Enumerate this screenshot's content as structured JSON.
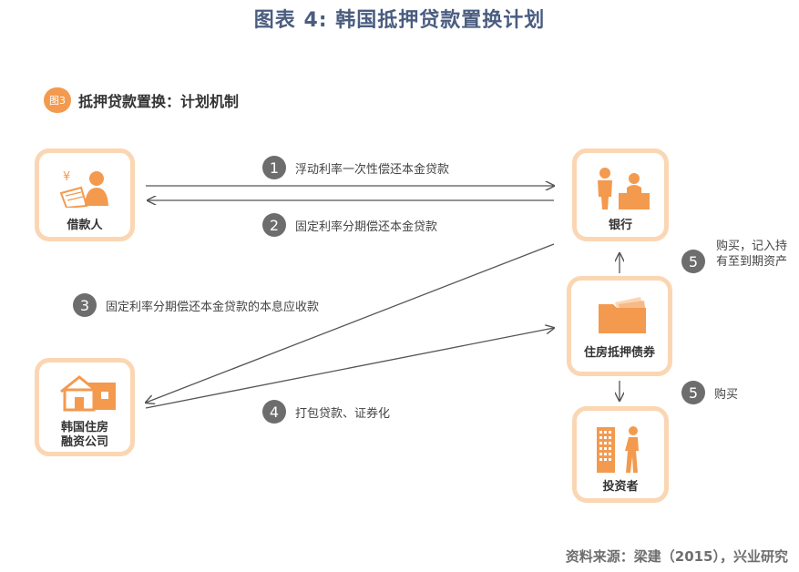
{
  "title": "图表 4:   韩国抵押贷款置换计划",
  "subtitle": {
    "badge": "图3",
    "text": "抵押贷款置换：计划机制"
  },
  "nodes": {
    "borrower": "借款人",
    "bank": "银行",
    "khfc": [
      "韩国住房",
      "融资公司"
    ],
    "mbs": "住房抵押债券",
    "investor": "投资者"
  },
  "steps": [
    {
      "num": "1",
      "label": "浮动利率一次性偿还本金贷款"
    },
    {
      "num": "2",
      "label": "固定利率分期偿还本金贷款"
    },
    {
      "num": "3",
      "label": "固定利率分期偿还本金贷款的本息应收款"
    },
    {
      "num": "4",
      "label": "打包贷款、证券化"
    },
    {
      "num": "5",
      "label": "购买，记入持有至到期资产"
    },
    {
      "num": "5",
      "label": "购买"
    }
  ],
  "source": "资料来源：梁建（2015），兴业研究",
  "colors": {
    "accent": "#f39a4f",
    "box_border": "#fbd6b3",
    "title": "#4a5d80",
    "step_circle": "#6d6d6d"
  }
}
